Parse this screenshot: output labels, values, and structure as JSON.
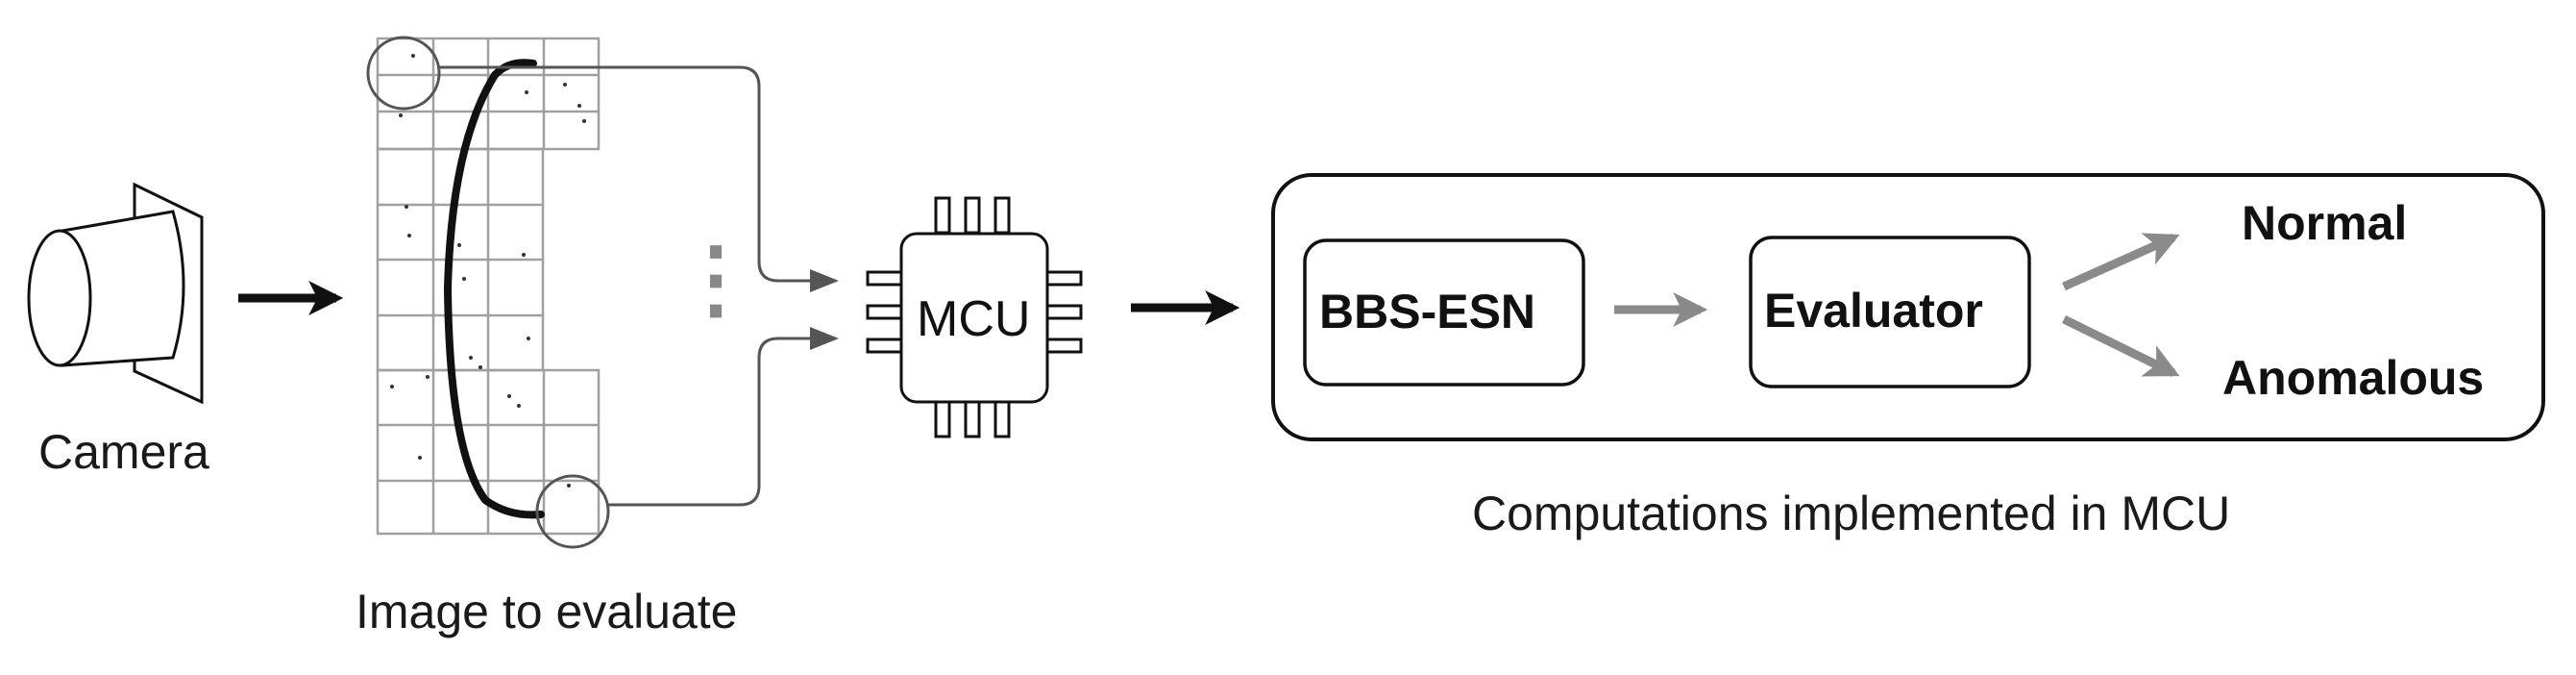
{
  "camera": {
    "label": "Camera",
    "icon": "camera-icon"
  },
  "image": {
    "caption": "Image to evaluate",
    "ellipsis": "⋮"
  },
  "mcu": {
    "label": "MCU",
    "icon": "chip-icon"
  },
  "pipeline": {
    "model_label": "BBS-ESN",
    "evaluator_label": "Evaluator",
    "outputs": [
      "Normal",
      "Anomalous"
    ],
    "caption": "Computations implemented in MCU"
  },
  "colors": {
    "line": "#111111",
    "grid": "#a0a0a0",
    "grey_arrow": "#8a8a8a",
    "connector": "#555555"
  }
}
